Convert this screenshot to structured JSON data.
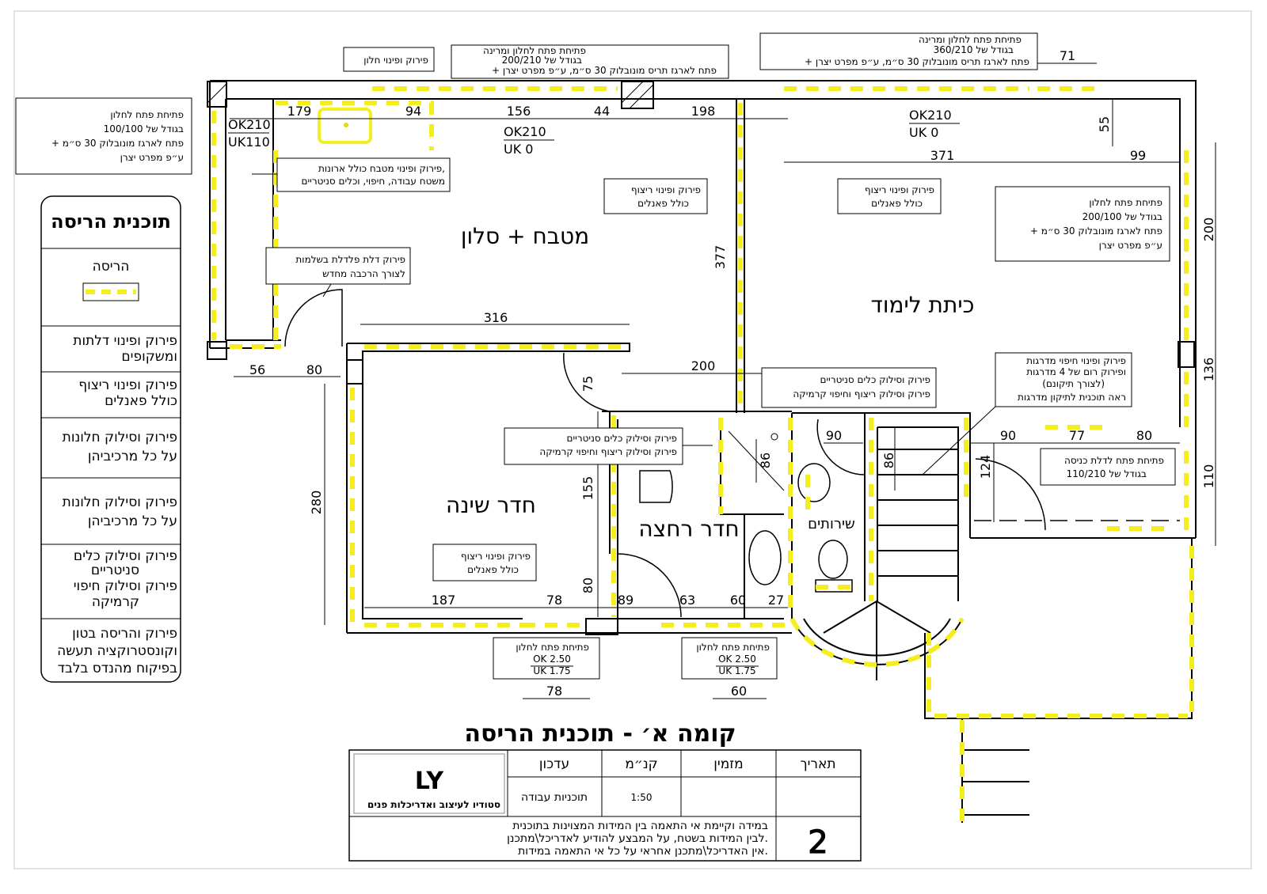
{
  "plan": {
    "title": "קומה א׳ - תוכנית הריסה",
    "legend": {
      "heading": "תוכנית הריסה",
      "demolition_label": "הריסה",
      "rows": [
        [
          "פירוק ופינוי דלתות",
          "ומשקופים"
        ],
        [
          "פירוק ופינוי ריצוף",
          "כולל פאנלים"
        ],
        [
          "פירוק וסילוק חלונות",
          "על כל מרכיביהן"
        ],
        [
          "פירוק וסילוק חלונות",
          "על כל מרכיביהן"
        ],
        [
          "פירוק וסילוק כלים",
          "סניטריים",
          "פירוק וסילוק חיפוי",
          "קרמיקה"
        ],
        [
          "פירוק והריסה בטון",
          "וקונסטרוקציה תעשה",
          "בפיקוח מהנדס בלבד"
        ]
      ]
    },
    "rooms": {
      "kitchen_living": "מטבח + סלון",
      "study": "כיתת לימוד",
      "bedroom": "חדר שינה",
      "bathroom": "חדר רחצה",
      "toilets": "שירותים"
    },
    "notes": {
      "window_left": [
        "פתיחת פתח לחלון",
        "בגודל של 100/100",
        "+ פתח לארגז מונובלוק 30 ס״מ",
        "ע״פ מפרט יצרן"
      ],
      "window_removal": "פירוק ופינוי חלון",
      "top_center": [
        "פתיחת פתח לחלון ומרינה",
        "בגודל של 200/210",
        "+ פתח לארגז תריס מונובלוק 30 ס״מ, ע״פ מפרט יצרן"
      ],
      "top_right": [
        "פתיחת פתח לחלון ומרינה",
        "בגודל של 360/210",
        "+ פתח לארגז תריס מונובלוק 30 ס״מ, ע״פ מפרט יצרן"
      ],
      "kitchen_removal": [
        "פירוק ופינוי מטבח כולל ארונות,",
        "משטח עבודה, חיפוי, וכלים סניטריים"
      ],
      "floor_kitchen": [
        "פירוק ופינוי ריצוף",
        "כולל פאנלים"
      ],
      "floor_study": [
        "פירוק ופינוי ריצוף",
        "כולל פאנלים"
      ],
      "window_right": [
        "פתיחת פתח לחלון",
        "בגודל של 200/100",
        "+ פתח לארגז מונובלוק 30 ס״מ",
        "ע״פ מפרט יצרן"
      ],
      "steel_door": [
        "פירוק דלת פלדלת בשלמות",
        "לצורך הרכבה מחדש"
      ],
      "stairs": [
        "פירוק ופינוי חיפוי מדרגות",
        "ופירוק רום של 4 מדרגות",
        "(לצורך תיקונם)",
        "ראה תוכנית לתיקון מדרגות"
      ],
      "toilet_removal": [
        "פירוק וסילוק כלים סניטריים",
        "פירוק וסילוק ריצוף וחיפוי קרמיקה"
      ],
      "bath_removal": [
        "פירוק וסילוק כלים סניטריים",
        "פירוק וסילוק ריצוף וחיפוי קרמיקה"
      ],
      "entry_door": [
        "פתיחת פתח לדלת כניסה",
        "בגודל של 110/210"
      ],
      "floor_bedroom": [
        "פירוק ופינוי ריצוף",
        "כולל פאנלים"
      ],
      "bottom_window_1": [
        "פתיחת פתח לחלון",
        "OK 2.50",
        "UK 1.75"
      ],
      "bottom_window_2": [
        "פתיחת פתח לחלון",
        "OK 2.50",
        "UK 1.75"
      ]
    },
    "codes": {
      "ok210_a": "OK210",
      "uk110": "UK110",
      "ok210_b": "OK210",
      "uk0_b": "UK 0",
      "ok210_c": "OK210",
      "uk0_c": "UK 0"
    },
    "dims": {
      "d179": "179",
      "d94": "94",
      "d156": "156",
      "d44": "44",
      "d198": "198",
      "d71": "71",
      "d55": "55",
      "d371": "371",
      "d99": "99",
      "d377": "377",
      "d200v": "200",
      "d136": "136",
      "d110": "110",
      "d316": "316",
      "d56": "56",
      "d80a": "80",
      "d75": "75",
      "d200h": "200",
      "d280": "280",
      "d155": "155",
      "d80b": "80",
      "d187": "187",
      "d78a": "78",
      "d89": "89",
      "d63": "63",
      "d60a": "60",
      "d27": "27",
      "d86a": "86",
      "d86b": "86",
      "d90a": "90",
      "d90b": "90",
      "d77": "77",
      "d80c": "80",
      "d124": "124",
      "d78b": "78",
      "d60b": "60"
    },
    "title_block": {
      "logo_mark": "LY",
      "studio": "סטודיו לעיצוב ואדריכלות פנים",
      "headers": [
        "עדכון",
        "קנ״מ",
        "מזמין",
        "תאריך"
      ],
      "update_value": "תוכניות עבודה",
      "scale_value": "1:50",
      "disclaimer": [
        "במידה וקיימת אי התאמה בין המידות המצוינות בתוכנית",
        "לבין המידות בשטח, על המבצע להודיע לאדריכל\\מתכנן.",
        "אין האדריכל\\מתכנן אחראי על כל אי התאמה במידות."
      ],
      "sheet_number": "2"
    }
  }
}
